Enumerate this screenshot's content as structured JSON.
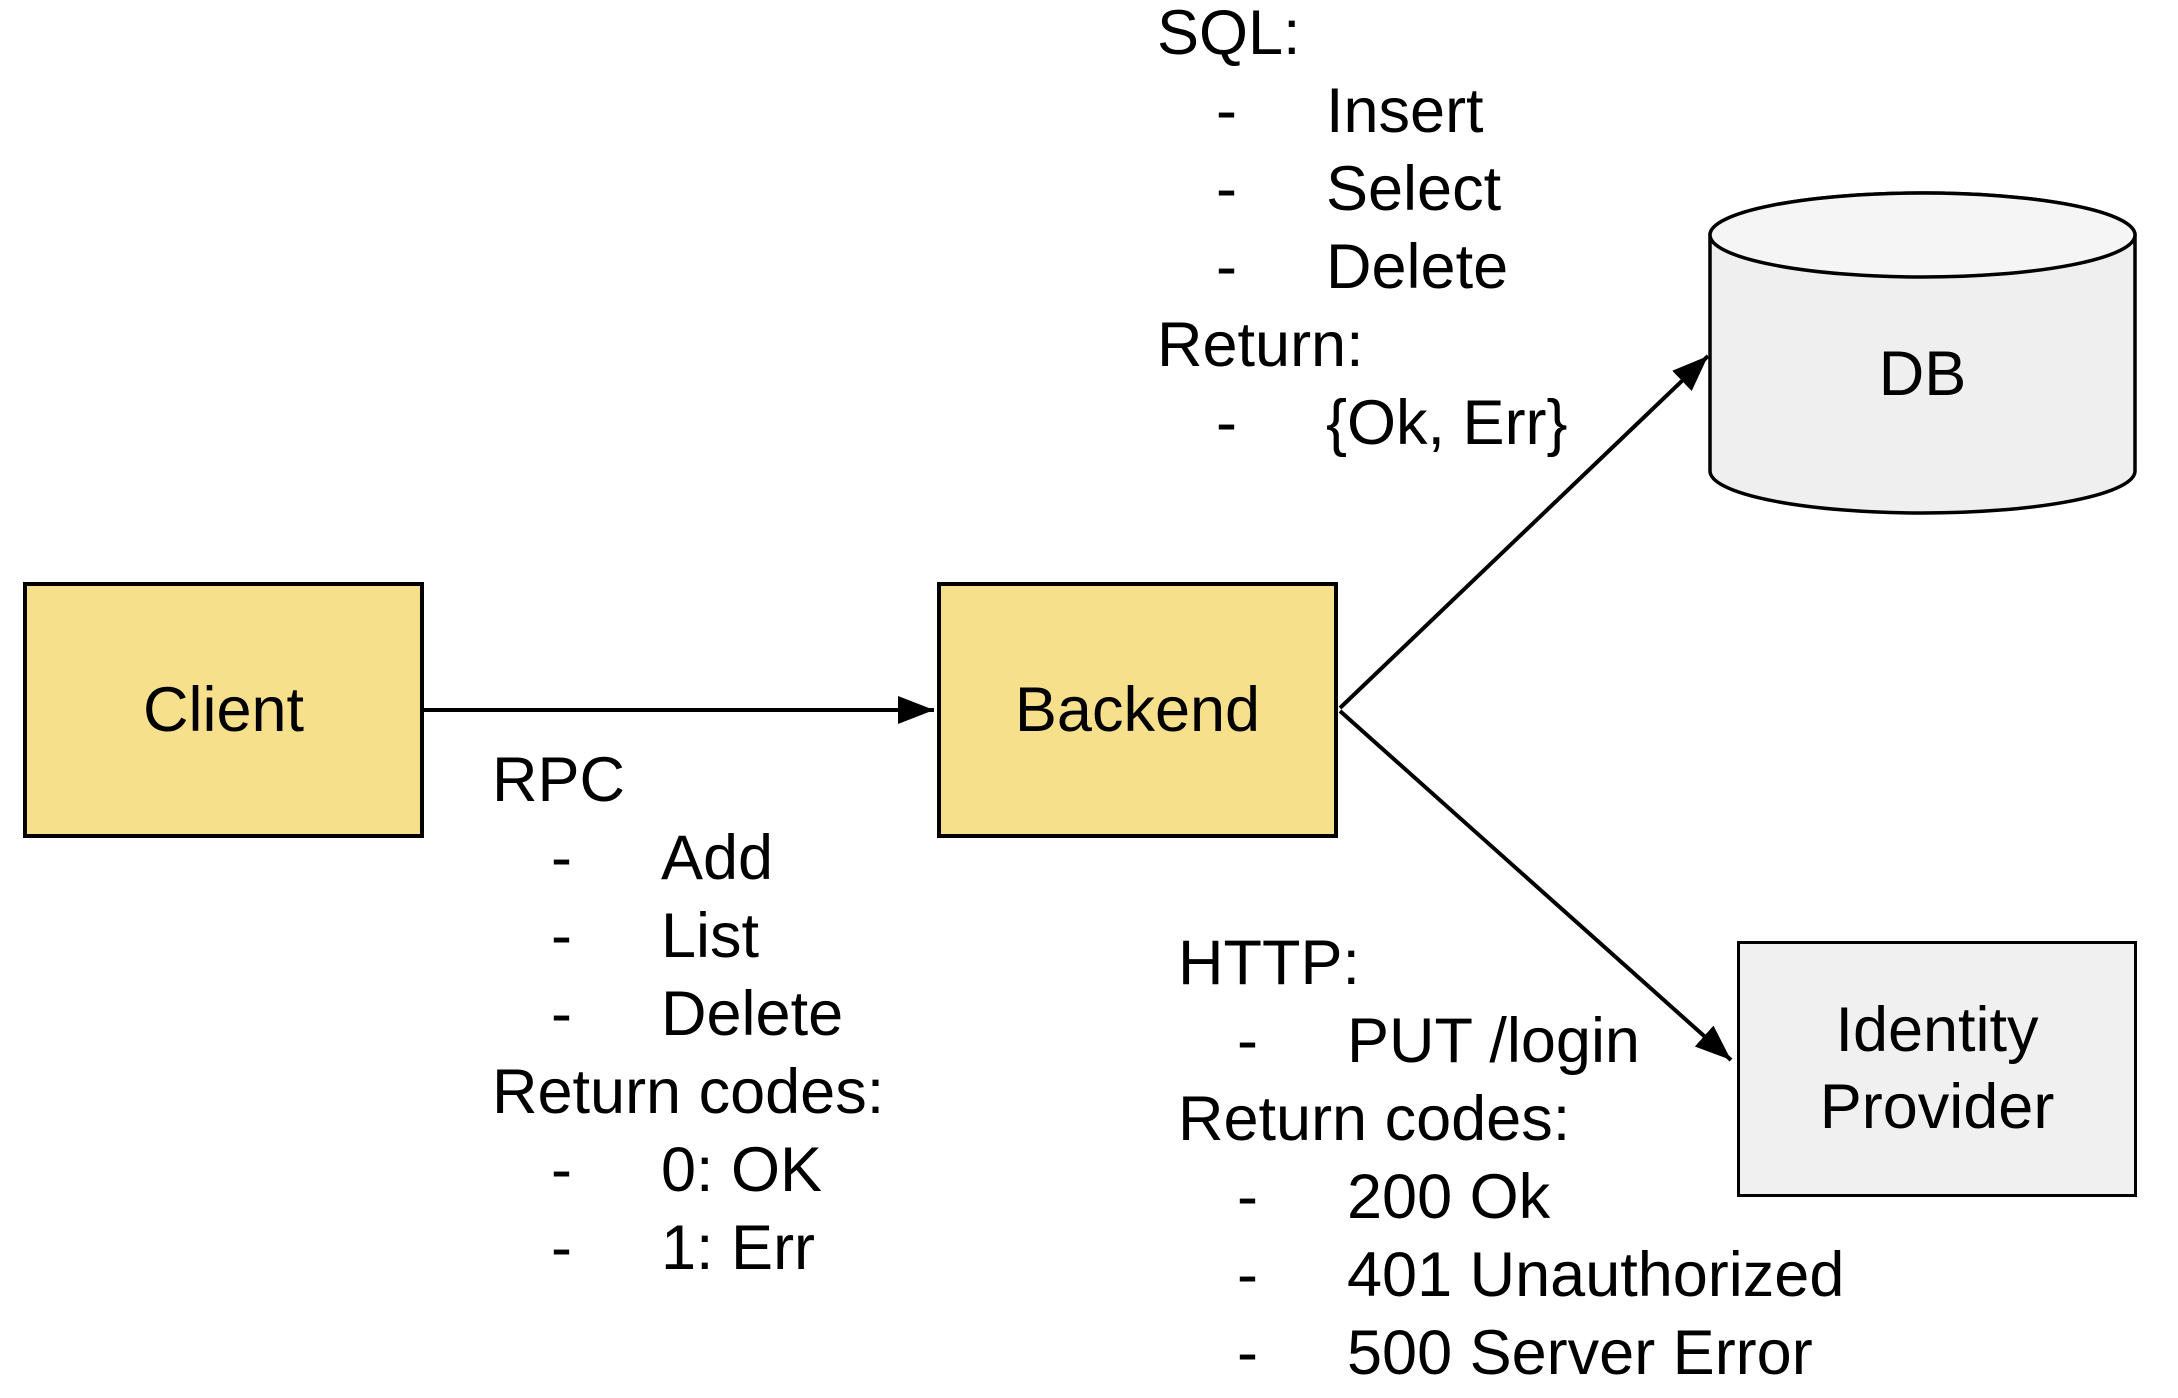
{
  "bullet_char": "-",
  "colors": {
    "node_fill_yellow": "#F7E08C",
    "node_fill_gray": "#F0F0F0",
    "cylinder_fill": "#EFEFEF",
    "cylinder_top_fill": "#F5F5F5",
    "stroke": "#000000",
    "background": "#FFFFFF"
  },
  "nodes": {
    "client": {
      "label": "Client"
    },
    "backend": {
      "label": "Backend"
    },
    "db": {
      "label": "DB"
    },
    "identity_provider": {
      "label": "Identity Provider"
    }
  },
  "edges": [
    {
      "from": "client",
      "to": "backend"
    },
    {
      "from": "backend",
      "to": "db"
    },
    {
      "from": "backend",
      "to": "identity_provider"
    }
  ],
  "annotations": {
    "sql": {
      "lines": [
        {
          "bullet": false,
          "text": "SQL:"
        },
        {
          "bullet": true,
          "text": "Insert"
        },
        {
          "bullet": true,
          "text": "Select"
        },
        {
          "bullet": true,
          "text": "Delete"
        },
        {
          "bullet": false,
          "text": "Return:"
        },
        {
          "bullet": true,
          "text": "{Ok, Err}"
        }
      ]
    },
    "rpc": {
      "lines": [
        {
          "bullet": false,
          "text": "RPC"
        },
        {
          "bullet": true,
          "text": "Add"
        },
        {
          "bullet": true,
          "text": "List"
        },
        {
          "bullet": true,
          "text": "Delete"
        },
        {
          "bullet": false,
          "text": "Return codes:"
        },
        {
          "bullet": true,
          "text": "0: OK"
        },
        {
          "bullet": true,
          "text": "1: Err"
        }
      ]
    },
    "http": {
      "lines": [
        {
          "bullet": false,
          "text": "HTTP:"
        },
        {
          "bullet": true,
          "text": "PUT /login"
        },
        {
          "bullet": false,
          "text": "Return codes:"
        },
        {
          "bullet": true,
          "text": "200 Ok"
        },
        {
          "bullet": true,
          "text": "401 Unauthorized"
        },
        {
          "bullet": true,
          "text": "500 Server Error"
        }
      ]
    }
  }
}
